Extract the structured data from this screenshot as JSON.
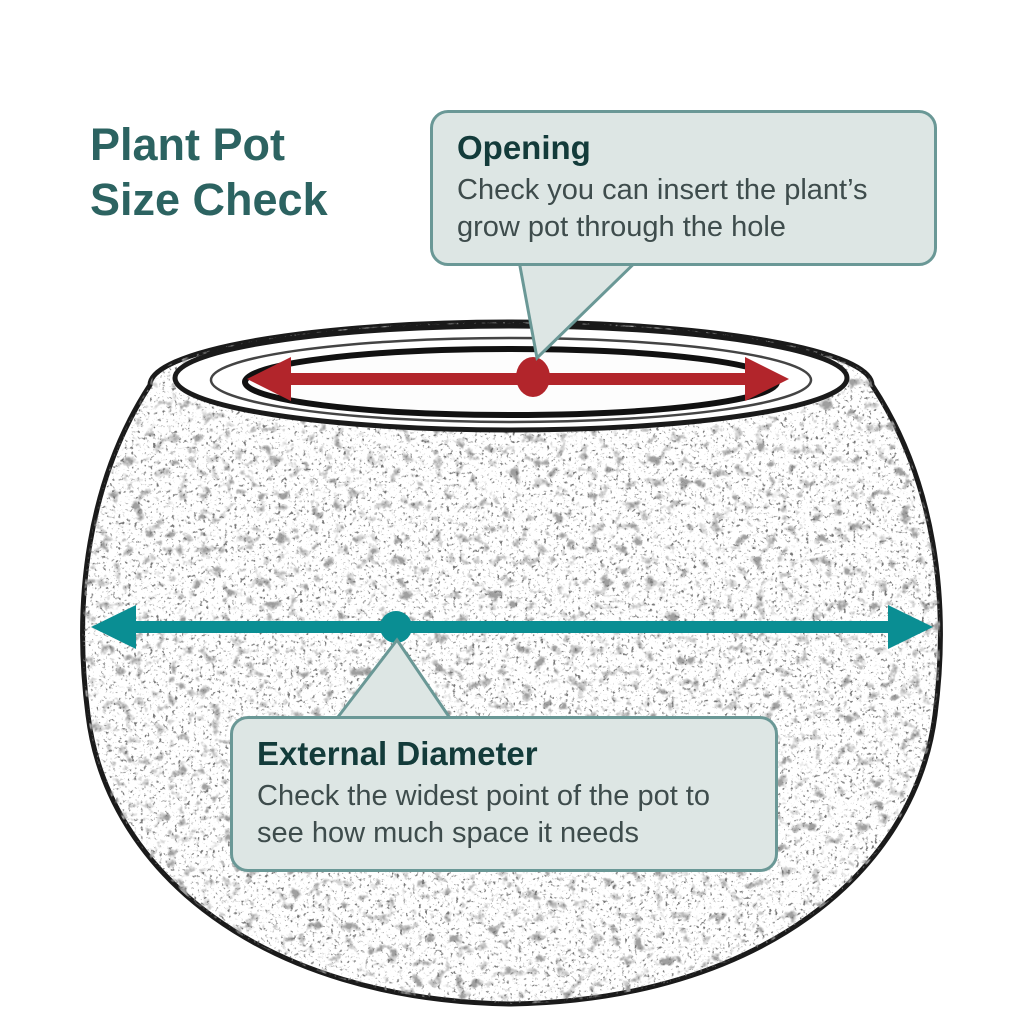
{
  "title": {
    "line1": "Plant Pot",
    "line2": "Size Check"
  },
  "callouts": {
    "opening": {
      "title": "Opening",
      "body": "Check you can insert the plant’s grow pot through the hole"
    },
    "external_diameter": {
      "title": "External Diameter",
      "body": "Check the widest point of the pot to see how much space it needs"
    }
  },
  "annotations": {
    "opening_measure": {
      "label": "opening width arrow",
      "marker": "red dot at opening center"
    },
    "external_measure": {
      "label": "external diameter arrow",
      "marker": "teal dot at widest point"
    }
  },
  "colors": {
    "title_text": "#2c6361",
    "callout_background": "#dde6e4",
    "callout_border": "#6a9896",
    "callout_title_text": "#133b3a",
    "callout_body_text": "#3e4c4c",
    "opening_arrow": "#b2252b",
    "external_arrow": "#0a8e93",
    "sketch_ink": "#1a1a1a",
    "page_background": "#ffffff"
  }
}
